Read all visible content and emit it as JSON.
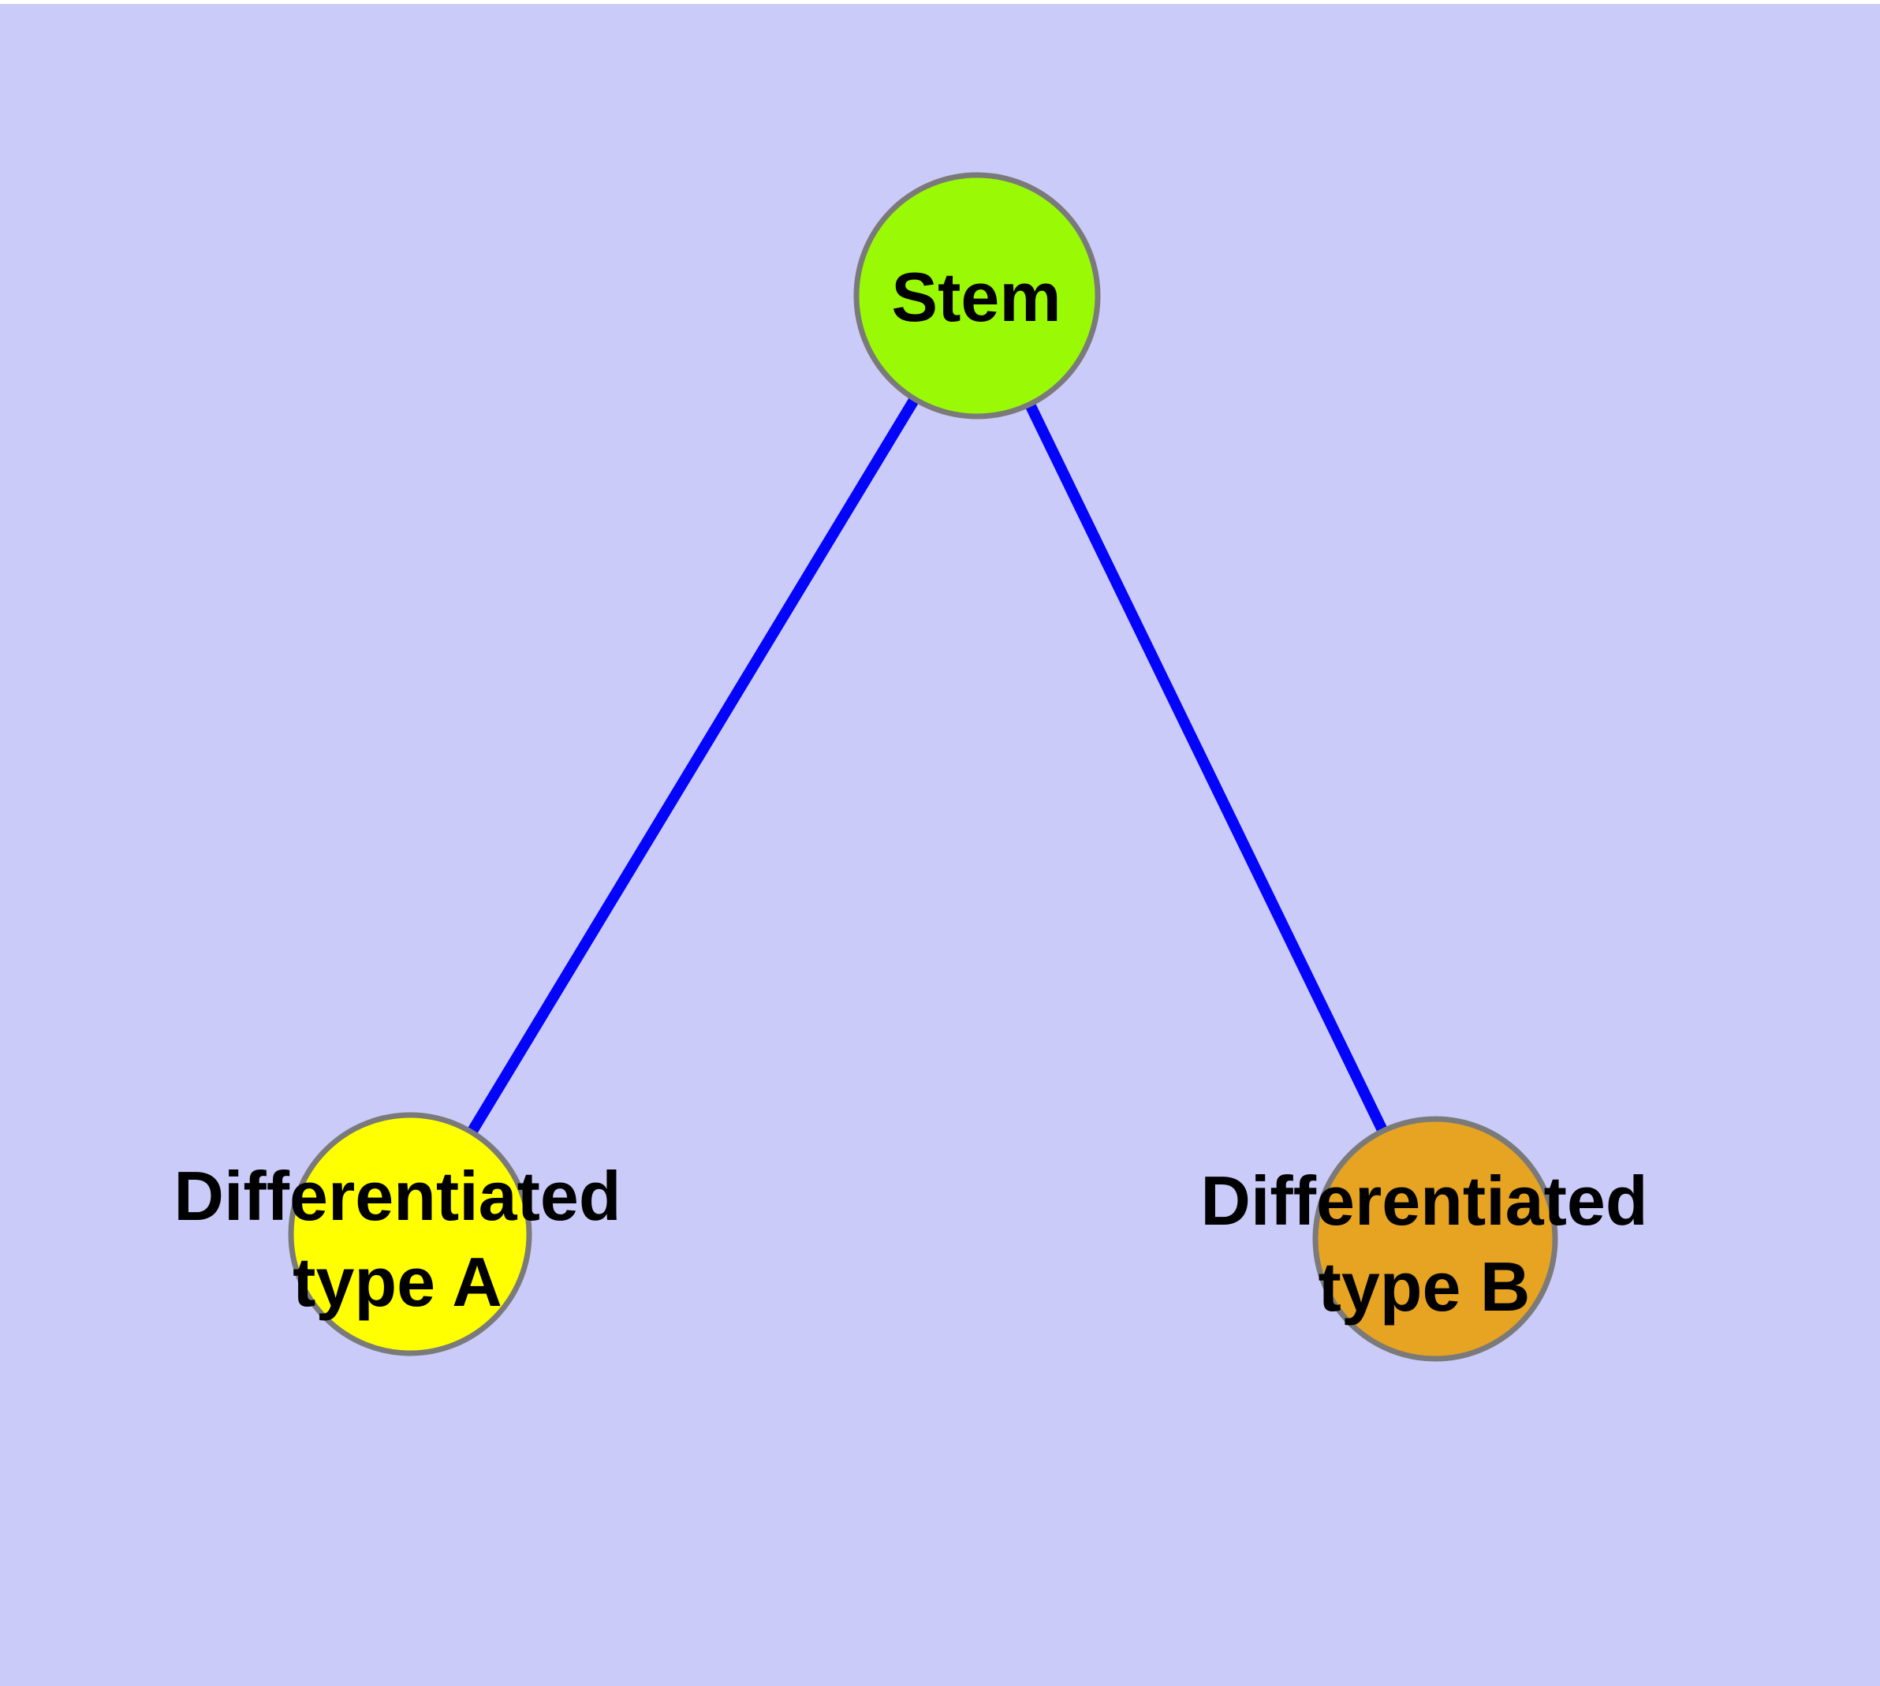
{
  "diagram": {
    "title": "",
    "background_color": "#CBCBFA",
    "top_margin_color": "#FFFFFF",
    "edge_color": "#0404FA",
    "node_border_color": "#7A7A7A",
    "label_color": "#000000",
    "nodes": [
      {
        "id": "stem",
        "label": "Stem",
        "color": "#9AFA05",
        "shape": "circle"
      },
      {
        "id": "differentiated-type-a",
        "label_line1": "Differentiated",
        "label_line2": "type A",
        "color": "#FFFF00",
        "shape": "circle"
      },
      {
        "id": "differentiated-type-b",
        "label_line1": "Differentiated",
        "label_line2": "type B",
        "color": "#E7A322",
        "shape": "circle"
      }
    ],
    "edges": [
      {
        "from": "Stem",
        "to": "Differentiated type A"
      },
      {
        "from": "Stem",
        "to": "Differentiated type B"
      }
    ]
  }
}
